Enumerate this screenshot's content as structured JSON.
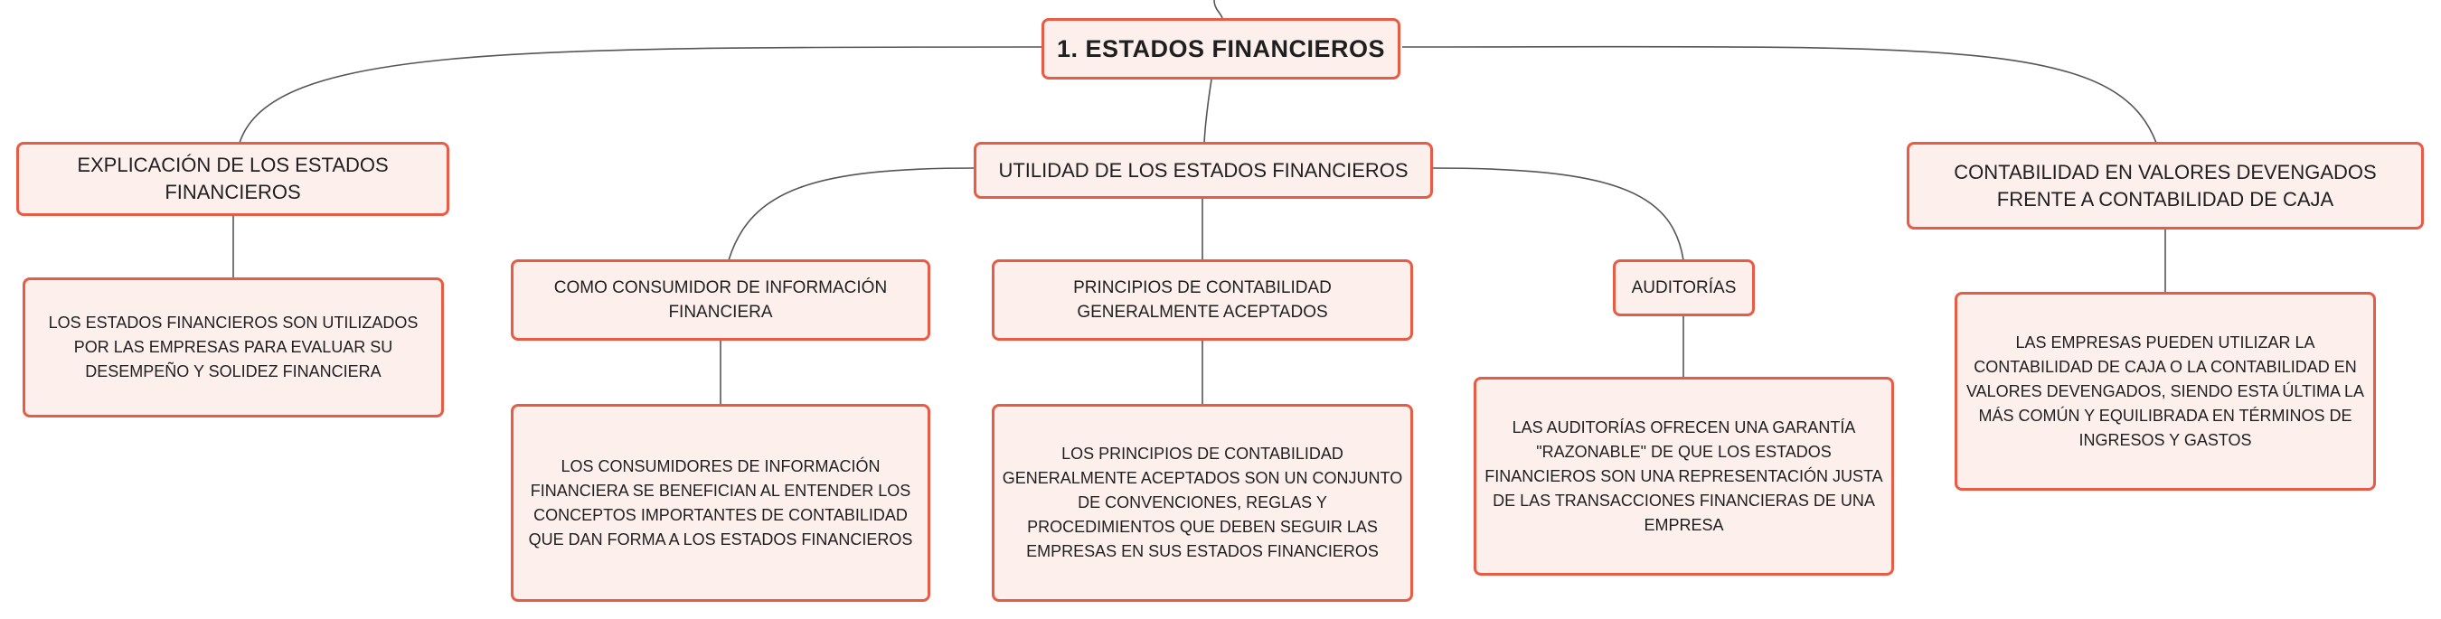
{
  "root": {
    "label": "1. ESTADOS FINANCIEROS"
  },
  "branches": {
    "explicacion": {
      "label": "EXPLICACIÓN DE LOS ESTADOS FINANCIEROS",
      "detail": "LOS ESTADOS FINANCIEROS SON UTILIZADOS POR LAS EMPRESAS PARA EVALUAR SU DESEMPEÑO Y SOLIDEZ FINANCIERA"
    },
    "utilidad": {
      "label": "UTILIDAD DE LOS ESTADOS FINANCIEROS",
      "children": {
        "consumidor": {
          "label": "COMO CONSUMIDOR DE INFORMACIÓN FINANCIERA",
          "detail": "LOS CONSUMIDORES DE INFORMACIÓN FINANCIERA SE BENEFICIAN AL ENTENDER LOS CONCEPTOS IMPORTANTES DE CONTABILIDAD QUE DAN FORMA A LOS ESTADOS FINANCIEROS"
        },
        "principios": {
          "label": "PRINCIPIOS DE CONTABILIDAD GENERALMENTE ACEPTADOS",
          "detail": "LOS PRINCIPIOS DE CONTABILIDAD GENERALMENTE ACEPTADOS SON UN CONJUNTO DE CONVENCIONES, REGLAS Y PROCEDIMIENTOS QUE DEBEN SEGUIR LAS EMPRESAS EN SUS ESTADOS FINANCIEROS"
        },
        "auditorias": {
          "label": "AUDITORÍAS",
          "detail": "LAS AUDITORÍAS OFRECEN UNA GARANTÍA \"RAZONABLE\" DE QUE LOS ESTADOS FINANCIEROS SON UNA REPRESENTACIÓN JUSTA DE LAS TRANSACCIONES FINANCIERAS DE UNA EMPRESA"
        }
      }
    },
    "devengados": {
      "label": "CONTABILIDAD EN VALORES DEVENGADOS FRENTE A CONTABILIDAD DE CAJA",
      "detail": "LAS EMPRESAS PUEDEN UTILIZAR LA CONTABILIDAD DE CAJA O LA CONTABILIDAD EN VALORES DEVENGADOS, SIENDO ESTA ÚLTIMA LA MÁS COMÚN Y EQUILIBRADA EN TÉRMINOS DE INGRESOS Y GASTOS"
    }
  },
  "colors": {
    "node_border": "#e85b45",
    "node_fill": "#fdf0ec",
    "connector": "#555555",
    "text": "#1f1f1f"
  }
}
